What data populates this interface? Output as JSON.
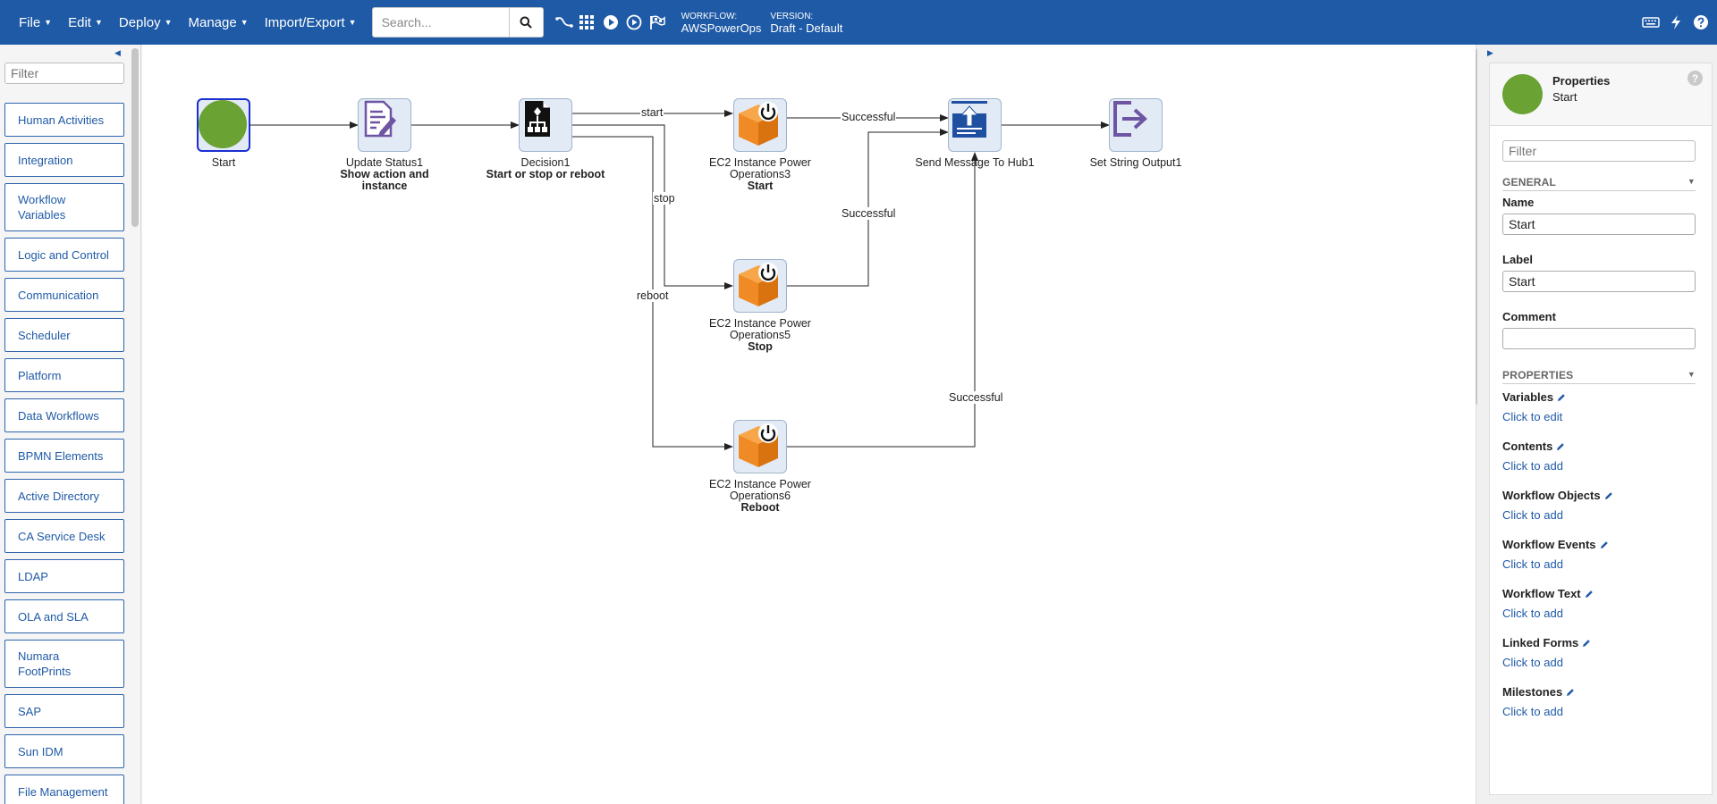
{
  "menu": {
    "file": "File",
    "edit": "Edit",
    "deploy": "Deploy",
    "manage": "Manage",
    "import_export": "Import/Export"
  },
  "search": {
    "placeholder": "Search..."
  },
  "workflow": {
    "workflow_label": "WORKFLOW:",
    "workflow_name": "AWSPowerOps",
    "version_label": "VERSION:",
    "version_value": "Draft - Default"
  },
  "palette": {
    "filter_placeholder": "Filter",
    "items": [
      "Human Activities",
      "Integration",
      "Workflow Variables",
      "Logic and Control",
      "Communication",
      "Scheduler",
      "Platform",
      "Data Workflows",
      "BPMN Elements",
      "Active Directory",
      "CA Service Desk",
      "LDAP",
      "OLA and SLA",
      "Numara FootPrints",
      "SAP",
      "Sun IDM",
      "File Management"
    ]
  },
  "nodes": {
    "start": {
      "name": "Start",
      "sub": ""
    },
    "update": {
      "name": "Update Status1",
      "sub": "Show action and instance"
    },
    "decision": {
      "name": "Decision1",
      "sub": "Start or stop or reboot"
    },
    "ec2_3": {
      "name": "EC2 Instance Power Operations3",
      "sub": "Start"
    },
    "ec2_5": {
      "name": "EC2 Instance Power Operations5",
      "sub": "Stop"
    },
    "ec2_6": {
      "name": "EC2 Instance Power Operations6",
      "sub": "Reboot"
    },
    "send": {
      "name": "Send Message To Hub1",
      "sub": ""
    },
    "output": {
      "name": "Set String Output1",
      "sub": ""
    }
  },
  "edges": {
    "start": "start",
    "stop": "stop",
    "reboot": "reboot",
    "successful_1": "Successful",
    "successful_2": "Successful",
    "successful_3": "Successful"
  },
  "properties": {
    "title": "Properties",
    "subtitle": "Start",
    "filter_placeholder": "Filter",
    "general_title": "GENERAL",
    "name_label": "Name",
    "name_value": "Start",
    "label_label": "Label",
    "label_value": "Start",
    "comment_label": "Comment",
    "comment_value": "",
    "properties_title": "PROPERTIES",
    "items": [
      {
        "label": "Variables",
        "link": "Click to edit"
      },
      {
        "label": "Contents",
        "link": "Click to add"
      },
      {
        "label": "Workflow Objects",
        "link": "Click to add"
      },
      {
        "label": "Workflow Events",
        "link": "Click to add"
      },
      {
        "label": "Workflow Text",
        "link": "Click to add"
      },
      {
        "label": "Linked Forms",
        "link": "Click to add"
      },
      {
        "label": "Milestones",
        "link": "Click to add"
      }
    ]
  },
  "colors": {
    "topbar": "#1f5aa6",
    "link": "#1f5aa6",
    "start_node": "#6aa234",
    "ec2_orange": "#f08a24",
    "selected_border": "#1b2fd1"
  }
}
